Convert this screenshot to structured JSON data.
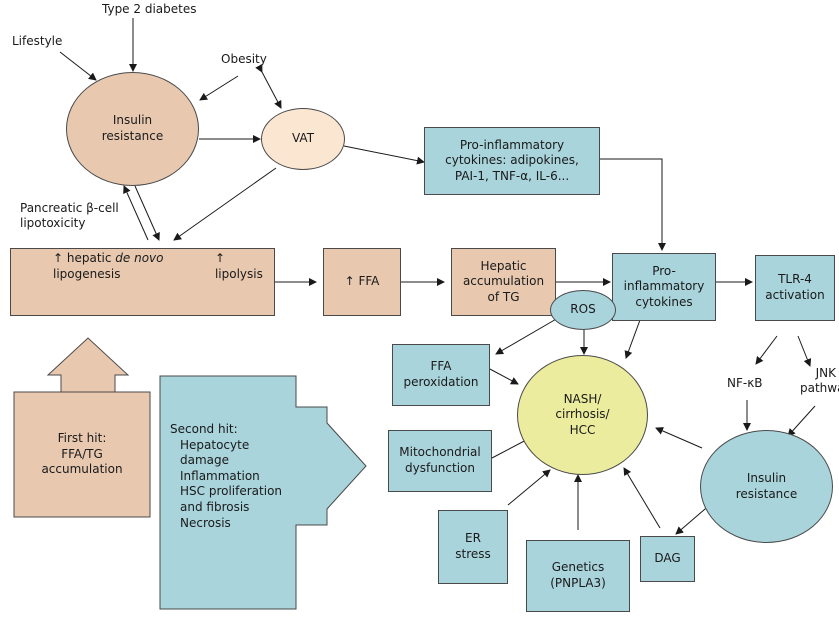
{
  "labels": {
    "type2_diabetes": "Type 2 diabetes",
    "lifestyle": "Lifestyle",
    "obesity": "Obesity",
    "pancreatic_lines": [
      "Pancreatic β-cell",
      "lipotoxicity"
    ],
    "nfkb": "NF-κB",
    "jnk_lines": [
      "JNK",
      "pathway"
    ]
  },
  "nodes": {
    "insulin_resistance_top": [
      "Insulin",
      "resistance"
    ],
    "vat": "VAT",
    "proinflam_top": [
      "Pro-inflammatory",
      "cytokines: adipokines,",
      "PAI-1, TNF-α, IL-6..."
    ],
    "lipogenesis": {
      "line1_prefix": "↑ hepatic ",
      "line1_italic": "de novo",
      "line1_suffix": " lipogenesis",
      "line2": "↑ lipolysis"
    },
    "ffa_up": "↑ FFA",
    "hepatic_tg": [
      "Hepatic",
      "accumulation",
      "of TG"
    ],
    "proinflam_mid": [
      "Pro-",
      "inflammatory",
      "cytokines"
    ],
    "tlr4": [
      "TLR-4",
      "activation"
    ],
    "ros": "ROS",
    "ffa_perox": [
      "FFA",
      "peroxidation"
    ],
    "nash": [
      "NASH/",
      "cirrhosis/",
      "HCC"
    ],
    "mito": [
      "Mitochondrial",
      "dysfunction"
    ],
    "insulin_resistance_right": [
      "Insulin",
      "resistance"
    ],
    "er_stress": [
      "ER",
      "stress"
    ],
    "genetics": [
      "Genetics",
      "(PNPLA3)"
    ],
    "dag": "DAG",
    "first_hit": [
      "First hit:",
      "FFA/TG",
      "accumulation"
    ],
    "second_hit": {
      "heading": "Second hit:",
      "items": [
        "Hepatocyte damage",
        "Inflammation",
        "HSC proliferation",
        "and fibrosis",
        "Necrosis"
      ]
    }
  },
  "colors": {
    "tan": "#e8c9b0",
    "blue": "#a9d4dc",
    "cream": "#fbe6d2",
    "yellow": "#ecec9e",
    "outline": "#4a4a4a"
  }
}
